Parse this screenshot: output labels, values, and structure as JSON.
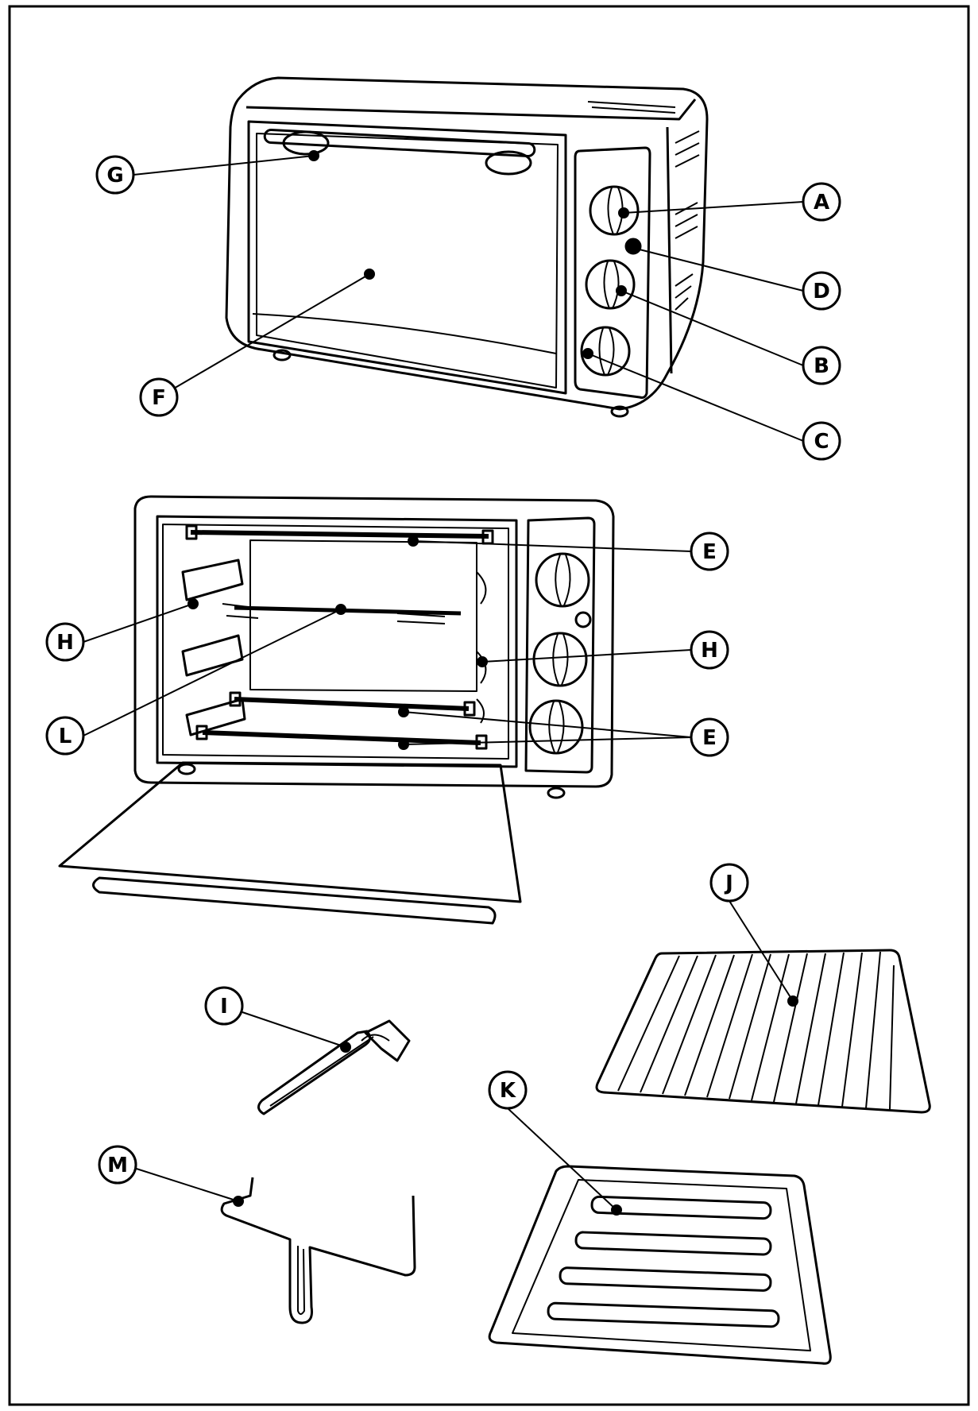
{
  "diagram": {
    "line_color": "#000000",
    "background": "#ffffff",
    "callouts": [
      {
        "id": "A",
        "text": "A"
      },
      {
        "id": "B",
        "text": "B"
      },
      {
        "id": "C",
        "text": "C"
      },
      {
        "id": "D",
        "text": "D"
      },
      {
        "id": "E",
        "text": "E"
      },
      {
        "id": "F",
        "text": "F"
      },
      {
        "id": "G",
        "text": "G"
      },
      {
        "id": "H",
        "text": "H"
      },
      {
        "id": "I",
        "text": "I"
      },
      {
        "id": "J",
        "text": "J"
      },
      {
        "id": "K",
        "text": "K"
      },
      {
        "id": "L",
        "text": "L"
      },
      {
        "id": "M",
        "text": "M"
      }
    ]
  }
}
